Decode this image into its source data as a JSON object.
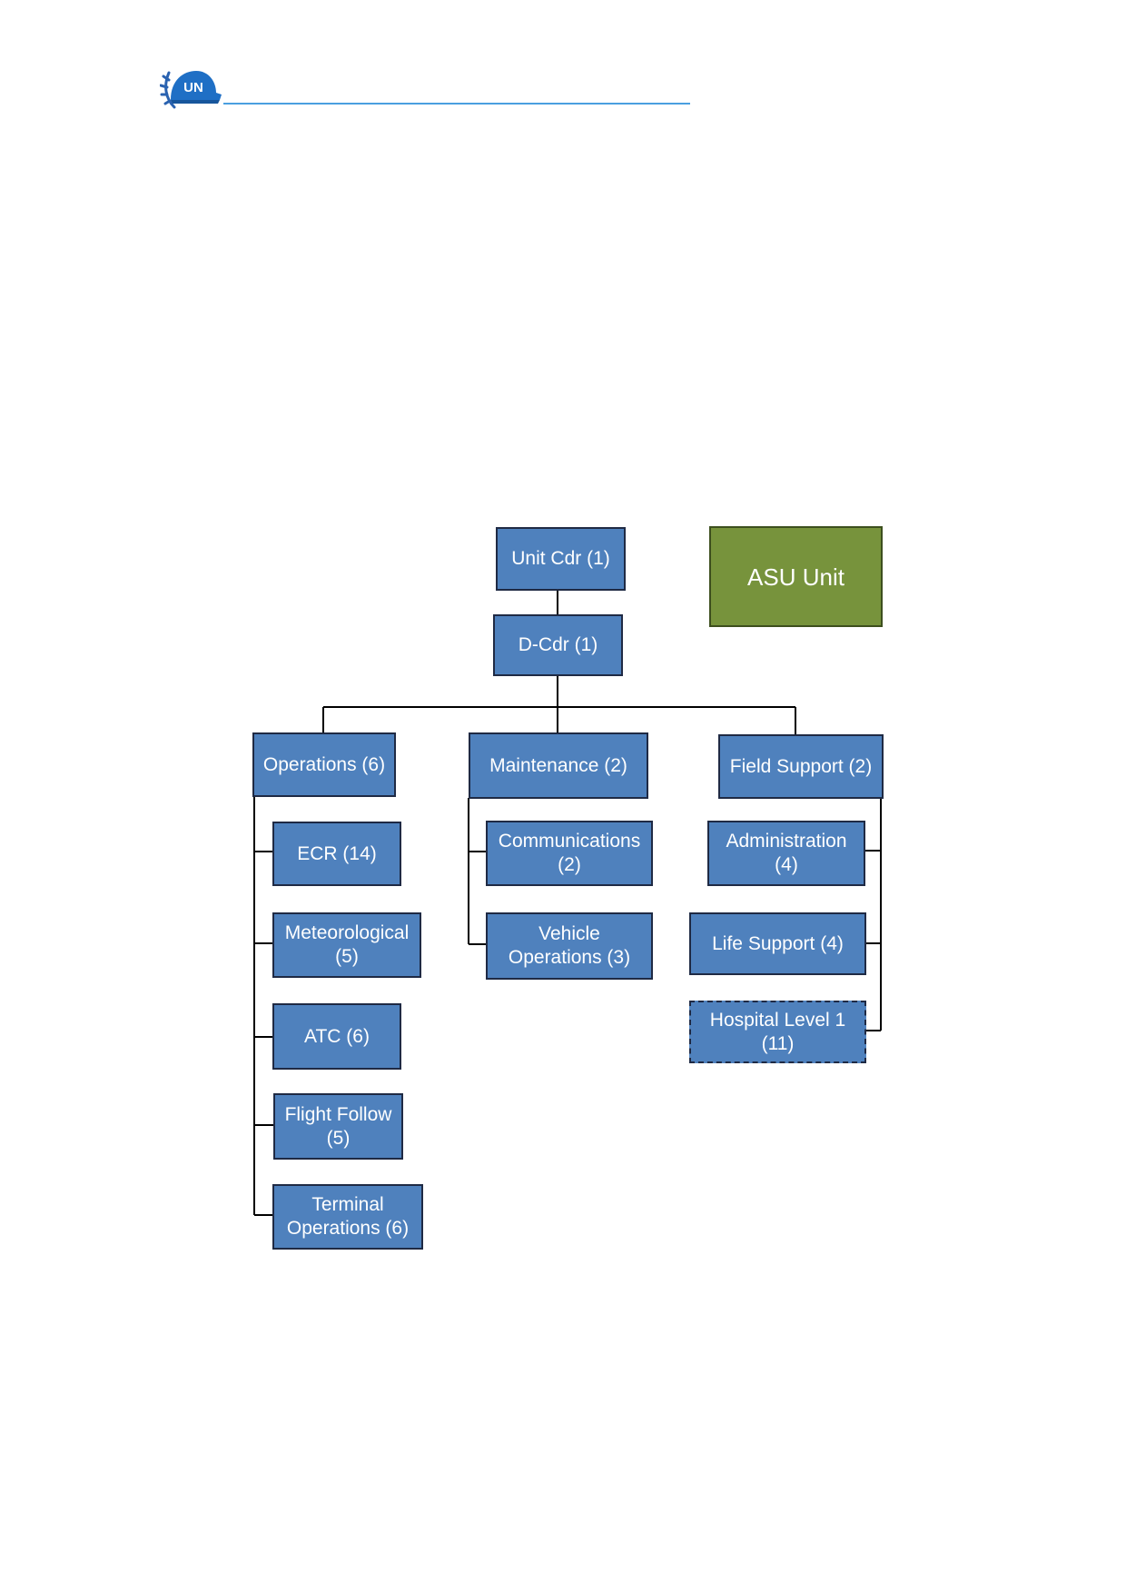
{
  "header": {
    "logo_text": "UN"
  },
  "colors": {
    "box_fill": "#4f81bd",
    "box_border": "#1f2a44",
    "accent_box_fill": "#77933c",
    "connector": "#000000",
    "header_rule": "#4a9fe0"
  },
  "org_chart": {
    "legend_box": "ASU Unit",
    "commander": "Unit Cdr (1)",
    "deputy": "D-Cdr (1)",
    "branches": [
      {
        "label": "Operations (6)",
        "children": [
          "ECR (14)",
          "Meteorological\n(5)",
          "ATC (6)",
          "Flight Follow\n(5)",
          "Terminal\nOperations (6)"
        ]
      },
      {
        "label": "Maintenance (2)",
        "children": [
          "Communications\n(2)",
          "Vehicle\nOperations (3)"
        ]
      },
      {
        "label": "Field Support (2)",
        "children": [
          "Administration\n(4)",
          "Life Support (4)",
          "Hospital Level 1\n(11)"
        ]
      }
    ]
  }
}
